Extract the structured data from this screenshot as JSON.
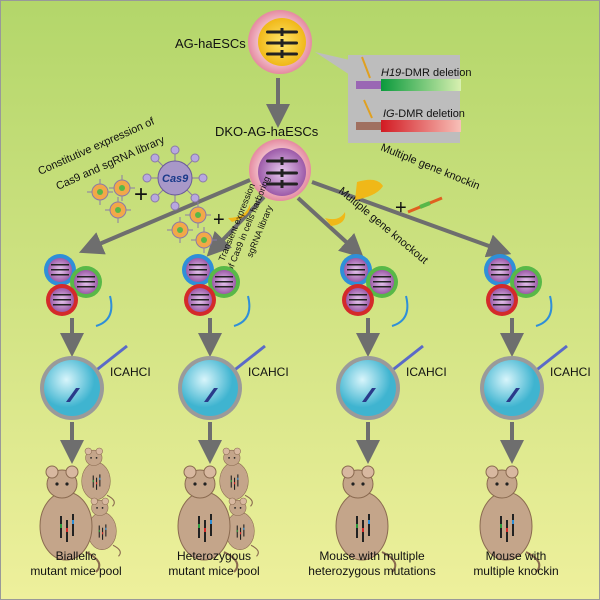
{
  "labels": {
    "ag_cells": "AG-haESCs",
    "dko_cells": "DKO-AG-haESCs",
    "h19_italic": "H19",
    "h19_rest": "-DMR deletion",
    "ig_italic": "IG",
    "ig_rest": "-DMR deletion",
    "cas9": "Cas9",
    "constitutive_line1": "Constitutive expression of",
    "constitutive_line2": "Cas9 and sgRNA library",
    "transient_line1": "Transient expression",
    "transient_line2": "of Cas9 in cells harboring",
    "transient_line3": "sgRNA library",
    "knockout": "Multiple gene knockout",
    "knockin": "Multiple gene knockin",
    "plus": "+",
    "icahci": "ICAHCI"
  },
  "columns": [
    {
      "line1": "Biallelic",
      "line2": "mutant mice pool"
    },
    {
      "line1": "Heterozygous",
      "line2": "mutant mice pool"
    },
    {
      "line1": "Mouse with multiple",
      "line2": "heterozygous mutations"
    },
    {
      "line1": "Mouse with",
      "line2": "multiple knockin"
    }
  ],
  "colors": {
    "background_top": "#b3d66a",
    "background_bottom": "#eef09c",
    "arrow": "#6e6e6e",
    "oocyte": "#5cc6dc",
    "mouse": "#c4a58a"
  }
}
